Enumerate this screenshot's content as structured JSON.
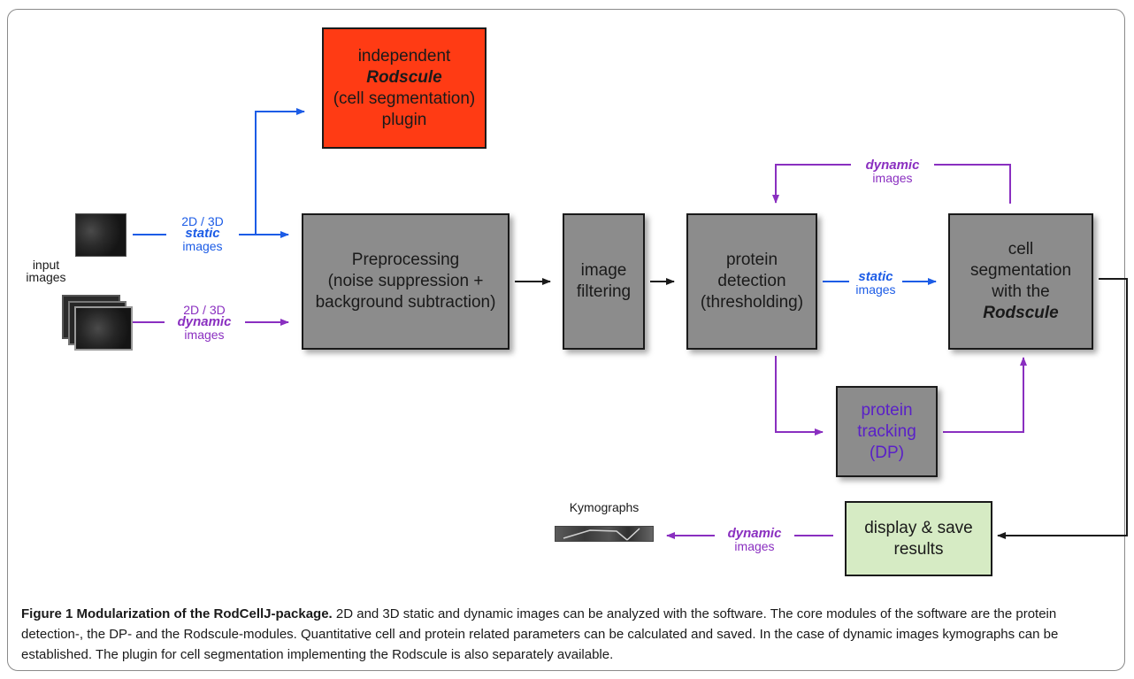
{
  "colors": {
    "static_blue": "#1c5ce6",
    "dynamic_purple": "#8a2fc0",
    "box_grey": "#8c8c8c",
    "plugin_red": "#ff3b14",
    "display_green": "#d6ebc4",
    "tracking_text": "#5a20c8"
  },
  "inputs": {
    "label_line1": "input",
    "label_line2": "images",
    "static_prefix": "2D / 3D",
    "static_word": "static",
    "dynamic_prefix": "2D / 3D",
    "dynamic_word": "dynamic",
    "images_word": "images"
  },
  "boxes": {
    "plugin": {
      "line1": "independent",
      "line2": "Rodscule",
      "line3": "(cell segmentation)",
      "line4": "plugin"
    },
    "preprocessing": {
      "line1": "Preprocessing",
      "line2": "(noise suppression +",
      "line3": "background subtraction)"
    },
    "filtering": {
      "line1": "image",
      "line2": "filtering"
    },
    "detection": {
      "line1": "protein",
      "line2": "detection",
      "line3": "(thresholding)"
    },
    "segmentation": {
      "line1": "cell",
      "line2": "segmentation",
      "line3": "with the",
      "line4": "Rodscule"
    },
    "tracking": {
      "line1": "protein",
      "line2": "tracking",
      "line3": "(DP)"
    },
    "display": {
      "line1": "display & save",
      "line2": "results"
    }
  },
  "edge_labels": {
    "loop_word": "dynamic",
    "loop_images": "images",
    "static_word": "static",
    "static_images": "images",
    "output_word": "dynamic",
    "output_images": "images"
  },
  "kymographs": {
    "label": "Kymographs"
  },
  "caption": {
    "title": "Figure 1 Modularization of the RodCellJ-package.",
    "body": " 2D and 3D static and dynamic images can be analyzed with the software. The core modules of the software are the protein detection-, the DP- and the Rodscule-modules. Quantitative cell and protein related parameters can be calculated and saved. In the case of dynamic images kymographs can be established. The plugin for cell segmentation implementing the Rodscule is also separately available."
  }
}
